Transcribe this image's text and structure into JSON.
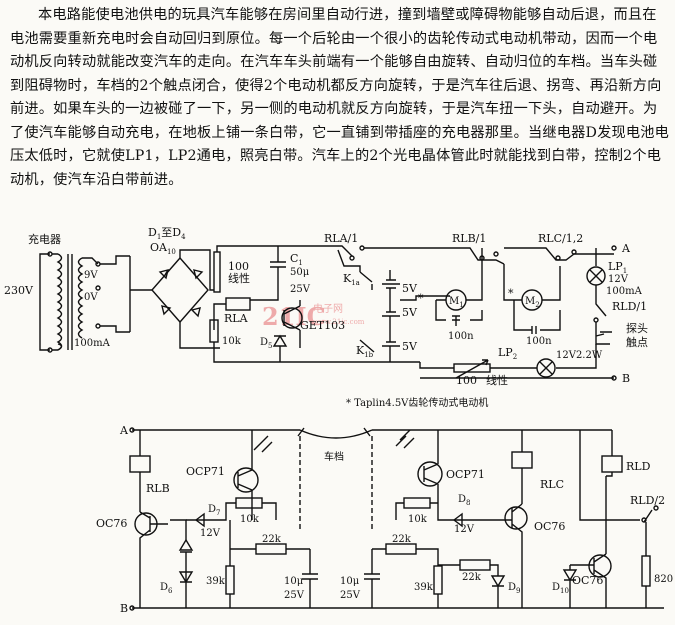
{
  "paragraph": "本电路能使电池供电的玩具汽车能够在房间里自动行进，撞到墙壁或障碍物能够自动后退，而且在电池需要重新充电时会自动回归到原位。每一个后轮由一个很小的齿轮传动式电动机带动，因而一个电动机反向转动就能改变汽车的走向。在汽车车头前端有一个能够自由旋转、自动归位的车档。当车头碰到阻碍物时，车档的2个触点闭合，使得2个电动机都反方向旋转，于是汽车往后退、拐弯、再沿新方向前进。如果车头的一边被碰了一下，另一侧的电动机就反方向旋转，于是汽车扭一下头，自动避开。为了使汽车能够自动充电，在地板上铺一条白带，它一直铺到带插座的充电器那里。当继电器D发现电池电压太低时，它就使LP1，LP2通电，照亮白带。汽车上的2个光电晶体管此时就能找到白带，控制2个电动机，使汽车沿白带前进。",
  "labels": {
    "charger": "充电器",
    "mains": "230V",
    "v9": "9V",
    "v0": "0V",
    "ma100": "100mA",
    "diodes": "D",
    "diodes_to": "至",
    "diode_type": "OA",
    "coil": "100",
    "coil_line": "线性",
    "c1": "C",
    "c1_val": "50μ",
    "c1_v": "25V",
    "rla": "RLA",
    "r10k": "10k",
    "get": "GET103",
    "d5": "D",
    "rla1": "RLA/1",
    "rlb1": "RLB/1",
    "rlc12": "RLC/1,2",
    "k1a": "K",
    "k1b": "K",
    "v5a": "5V",
    "v5b": "5V",
    "v5c": "5V",
    "m1": "M",
    "m2": "M",
    "n100a": "100n",
    "n100b": "100n",
    "lp1": "LP",
    "lp1_v": "12V",
    "lp1_i": "100mA",
    "rld1": "RLD/1",
    "probe": "探头",
    "contact": "触点",
    "lp2": "LP",
    "lp2_v": "12V2.2W",
    "r100": "100",
    "r100_line": "线性",
    "A": "A",
    "B": "B",
    "note": "* Taplin4.5V齿轮传动式电动机",
    "watermark": "21IC",
    "watermark_cn": "电子网",
    "watermark_url": "www.21ic.com",
    "lA": "A",
    "lB": "B",
    "rlb": "RLB",
    "oc76a": "OC76",
    "ocp71a": "OCP71",
    "d7": "D",
    "v12a": "12V",
    "k10a": "10k",
    "k22a": "22k",
    "d6": "D",
    "k39a": "39k",
    "c10a": "10μ",
    "c25a": "25V",
    "bumper": "车档",
    "c10b": "10μ",
    "c25b": "25V",
    "ocp71b": "OCP71",
    "k10b": "10k",
    "d8": "D",
    "v12b": "12V",
    "rlc": "RLC",
    "oc76b": "OC76",
    "k22b": "22k",
    "k22c": "22k",
    "k39b": "39k",
    "d9": "D",
    "d10": "D",
    "oc76c": "OC76",
    "rld": "RLD",
    "rld2": "RLD/2",
    "r820": "820"
  }
}
